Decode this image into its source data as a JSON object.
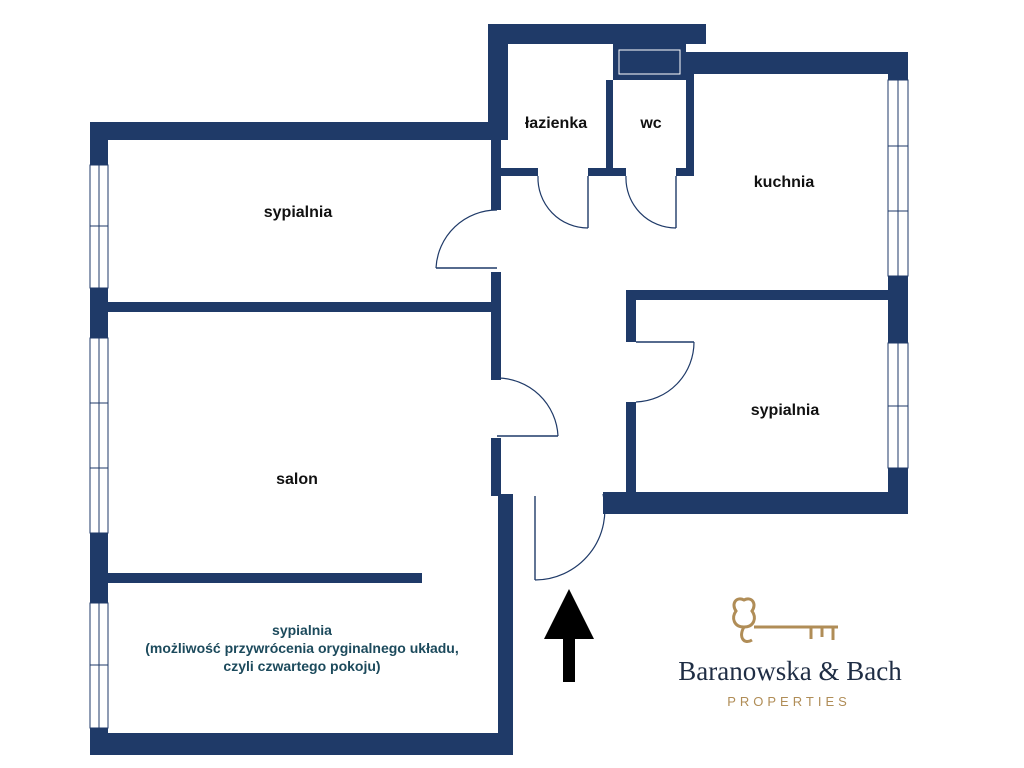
{
  "rooms": {
    "lazienka": "łazienka",
    "wc": "wc",
    "kuchnia": "kuchnia",
    "sypialnia_top_left": "sypialnia",
    "sypialnia_right": "sypialnia",
    "salon": "salon",
    "sypialnia_bottom": {
      "line1": "sypialnia",
      "line2": "(możliwość przywrócenia oryginalnego układu,",
      "line3": "czyli czwartego pokoju)"
    }
  },
  "entrance": {
    "icon": "arrow-up-icon"
  },
  "brand": {
    "name": "Baranowska & Bach",
    "tagline": "PROPERTIES",
    "icon": "key-icon",
    "accent_color": "#b08d57"
  },
  "colors": {
    "wall": "#1f3a68",
    "note_text": "#1c4a5c"
  }
}
